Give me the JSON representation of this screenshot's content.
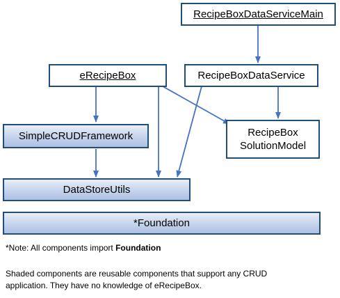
{
  "diagram": {
    "nodes": {
      "main": "RecipeBoxDataServiceMain",
      "erecipebox": "eRecipeBox",
      "dataservice": "RecipeBoxDataService",
      "crud": "SimpleCRUDFramework",
      "solution_line1": "RecipeBox",
      "solution_line2": "SolutionModel",
      "datastore": "DataStoreUtils",
      "foundation": "*Foundation"
    },
    "edges": [
      {
        "from": "RecipeBoxDataServiceMain",
        "to": "RecipeBoxDataService"
      },
      {
        "from": "eRecipeBox",
        "to": "SimpleCRUDFramework"
      },
      {
        "from": "eRecipeBox",
        "to": "DataStoreUtils"
      },
      {
        "from": "eRecipeBox",
        "to": "RecipeBox SolutionModel"
      },
      {
        "from": "RecipeBoxDataService",
        "to": "RecipeBox SolutionModel"
      },
      {
        "from": "RecipeBoxDataService",
        "to": "DataStoreUtils"
      },
      {
        "from": "SimpleCRUDFramework",
        "to": "DataStoreUtils"
      }
    ],
    "colors": {
      "border": "#1f4e79",
      "arrow": "#4472c4",
      "shade_top": "#e9eef8",
      "shade_bottom": "#aebfe1"
    }
  },
  "notes": {
    "note1_prefix": "*Note: All components import ",
    "note1_bold": "Foundation",
    "note2_line1": "Shaded components are reusable components that support any CRUD",
    "note2_line2": "application. They have no knowledge of eRecipeBox."
  }
}
